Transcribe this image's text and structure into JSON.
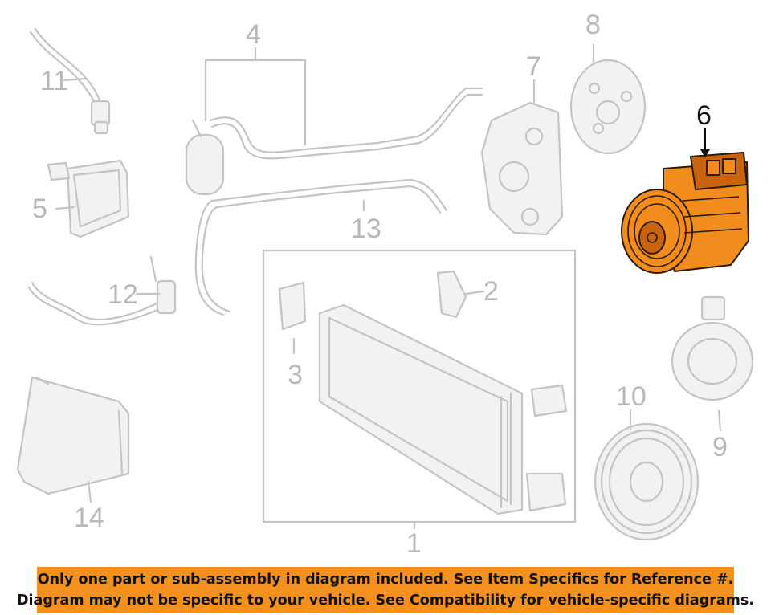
{
  "callouts": {
    "c1": "1",
    "c2": "2",
    "c3": "3",
    "c4": "4",
    "c5": "5",
    "c6": "6",
    "c7": "7",
    "c8": "8",
    "c9": "9",
    "c10": "10",
    "c11": "11",
    "c12": "12",
    "c13": "13",
    "c14": "14"
  },
  "highlighted_part": "6",
  "colors": {
    "highlight": "#f28c1c",
    "notice_bg": "#f4901e",
    "parts_gray": "#c4c4c4"
  },
  "notice": {
    "line1": "Only one part or sub-assembly in diagram included. See Item Specifics for Reference #.",
    "line2": "Diagram may not be specific to your vehicle. See Compatibility for vehicle-specific diagrams."
  }
}
